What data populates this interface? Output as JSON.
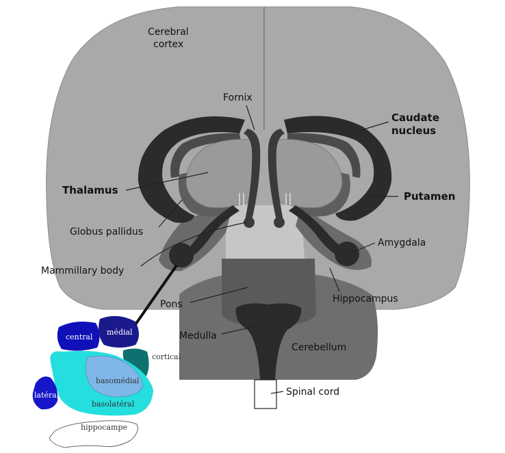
{
  "labels": {
    "cerebral_cortex_line1": "Cerebral",
    "cerebral_cortex_line2": "cortex",
    "fornix": "Fornix",
    "caudate_line1": "Caudate",
    "caudate_line2": "nucleus",
    "thalamus": "Thalamus",
    "putamen": "Putamen",
    "globus_pallidus": "Globus pallidus",
    "amygdala": "Amygdala",
    "mammillary_body": "Mammillary body",
    "hippocampus": "Hippocampus",
    "pons": "Pons",
    "medulla": "Medulla",
    "cerebellum": "Cerebellum",
    "spinal_cord": "Spinal cord"
  },
  "inset_labels": {
    "central": "central",
    "medial": "médial",
    "cortical": "cortical",
    "basomedial": "basomédial",
    "lateral": "latéral",
    "basolateral": "basolatéral",
    "hippocampe": "hippocampe"
  },
  "colors": {
    "cortex": "#a9a9a9",
    "caudate_putamen": "#2b2b2b",
    "thalamus": "#9a9a9a",
    "globus_pallidus": "#5e5e5e",
    "cerebellum": "#6e6e6e",
    "pons": "#5a5a5a",
    "medulla": "#2a2a2a",
    "brainstem_bg": "#c6c6c6",
    "central": "#1010b8",
    "medial": "#1a1a8c",
    "cortical": "#0f7070",
    "basomedial": "#7fb8e8",
    "lateral": "#1616c8",
    "basolateral": "#25dede"
  }
}
